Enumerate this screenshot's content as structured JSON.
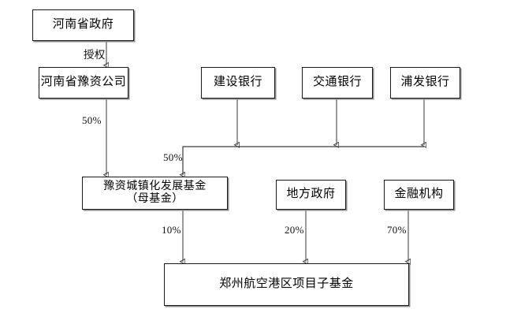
{
  "diagram": {
    "title_text": "",
    "nodes": {
      "provincial_government": {
        "label": "河南省政府"
      },
      "yuzi_company": {
        "label": "河南省豫资公司"
      },
      "bank_ccb": {
        "label": "建设银行"
      },
      "bank_bocom": {
        "label": "交通银行"
      },
      "bank_spdb": {
        "label": "浦发银行"
      },
      "parent_fund": {
        "label_line1": "豫资城镇化发展基金",
        "label_line2": "（母基金）"
      },
      "local_government": {
        "label": "地方政府"
      },
      "financial_institution": {
        "label": "金融机构"
      },
      "sub_fund": {
        "label": "郑州航空港区项目子基金"
      }
    },
    "edges": {
      "authorization": {
        "label": "授权"
      },
      "yuzi_to_parent_fund": {
        "label": "50%"
      },
      "banks_to_parent_fund": {
        "label": "50%"
      },
      "parent_fund_to_sub_fund": {
        "label": "10%"
      },
      "local_gov_to_sub_fund": {
        "label": "20%"
      },
      "financial_inst_to_sub_fund": {
        "label": "70%"
      }
    },
    "colors": {
      "box_border": "#1a1a1a",
      "box_shadow": "#8d8d8d",
      "wire": "#4a4a4a",
      "text": "#000000",
      "background": "#ffffff"
    }
  }
}
